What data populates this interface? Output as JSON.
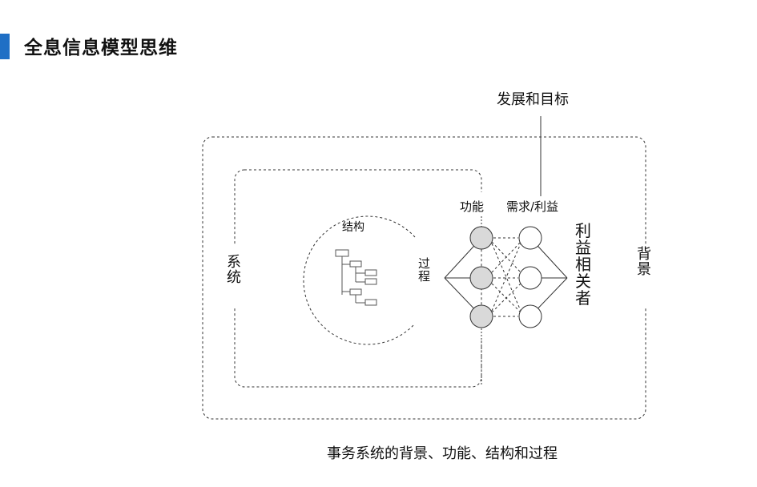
{
  "header": {
    "title": "全息信息模型思维"
  },
  "diagram": {
    "goal_label": "发展和目标",
    "function_label": "功能",
    "demand_label": "需求/利益",
    "structure_label": "结构",
    "system_label": "系统",
    "process_label": "过程",
    "stakeholder_label": "利益相关者",
    "background_label": "背景",
    "caption": "事务系统的背景、功能、结构和过程"
  },
  "colors": {
    "accent": "#1f6fc5",
    "node_fill": "#d9d9d9",
    "line": "#333333"
  }
}
